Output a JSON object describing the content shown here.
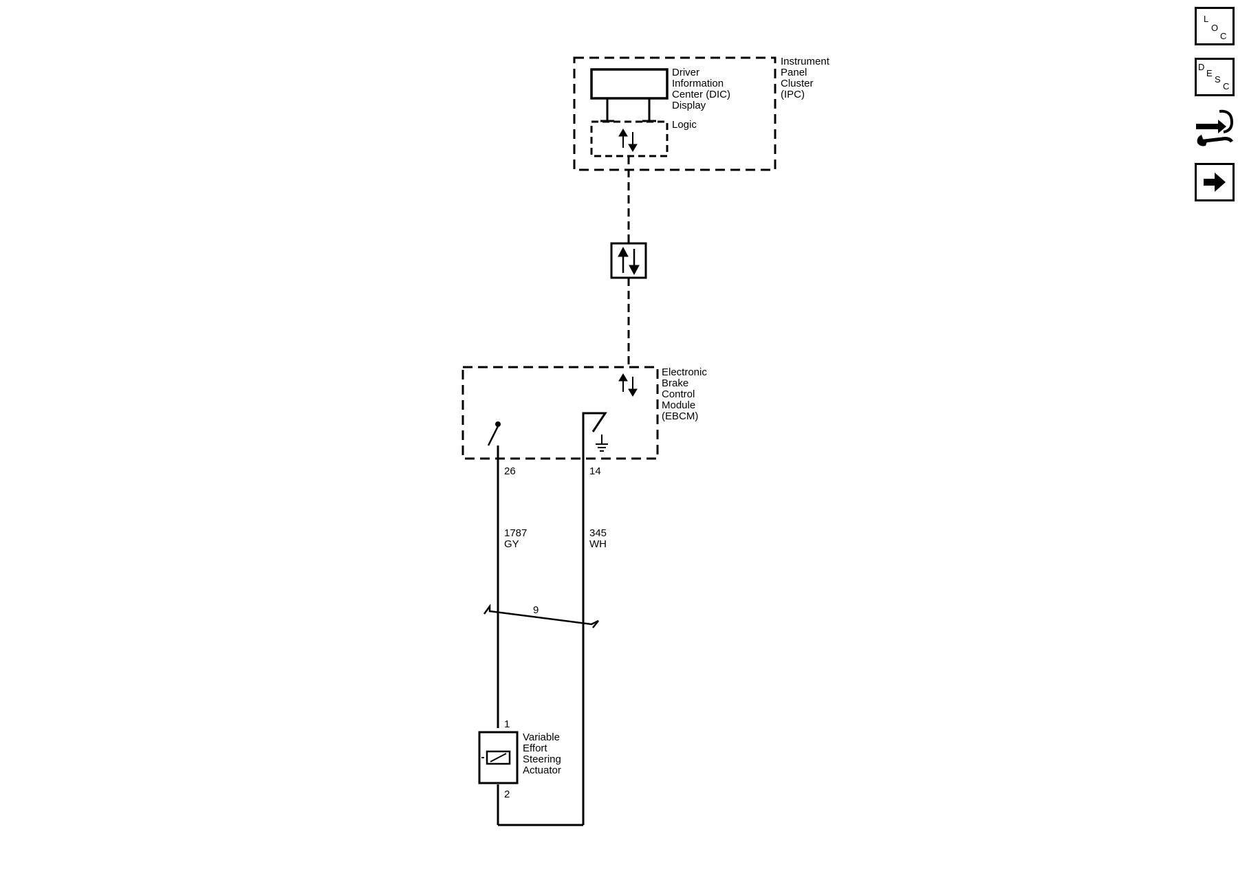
{
  "diagram": {
    "ipc": {
      "name_lines": [
        "Instrument",
        "Panel",
        "Cluster",
        "(IPC)"
      ],
      "dic_lines": [
        "Driver",
        "Information",
        "Center (DIC)",
        "Display"
      ],
      "logic_label": "Logic"
    },
    "ebcm": {
      "name_lines": [
        "Electronic",
        "Brake",
        "Control",
        "Module",
        "(EBCM)"
      ]
    },
    "pins": {
      "ebcm_left": "26",
      "ebcm_right": "14",
      "actuator_top": "1",
      "actuator_bottom": "2"
    },
    "wires": {
      "left": {
        "circuit": "1787",
        "color": "GY"
      },
      "right": {
        "circuit": "345",
        "color": "WH"
      }
    },
    "twisted_pair_label": "9",
    "actuator_lines": [
      "Variable",
      "Effort",
      "Steering",
      "Actuator"
    ]
  },
  "nav": {
    "loc": {
      "l": "L",
      "o": "O",
      "c": "C",
      "icon": "location-icon"
    },
    "desc": {
      "d": "D",
      "e": "E",
      "s": "S",
      "c": "C",
      "icon": "description-icon"
    },
    "connector": {
      "icon": "connector-wrench-icon"
    },
    "next": {
      "icon": "arrow-right-icon"
    }
  }
}
